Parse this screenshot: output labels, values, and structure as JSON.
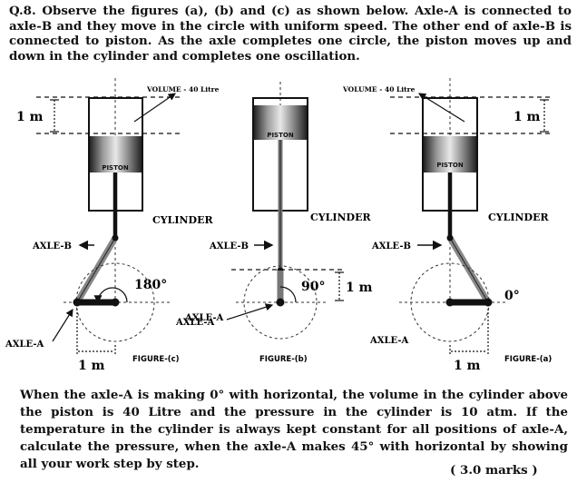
{
  "question": "Q.8. Observe the figures (a), (b) and (c) as shown below.  Axle-A is connected to axle-B and they move in the circle with uniform speed. The other end of axle-B is connected to piston. As the axle completes one circle, the piston moves up and down in the cylinder and completes one oscillation.",
  "figures": {
    "volume_label_left": "VOLUME - 40 Litre",
    "volume_label_right": "VOLUME - 40 Litre",
    "one_m": "1 m",
    "piston": "PISTON",
    "cylinder": "CYLINDER",
    "axle_a": "AXLE-A",
    "axle_b": "AXLE-B",
    "angle_c": "180°",
    "angle_b": "90°",
    "angle_a": "0°",
    "fig_c": "FIGURE-(c)",
    "fig_b": "FIGURE-(b)",
    "fig_a": "FIGURE-(a)"
  },
  "body": "When the axle-A is making 0° with horizontal, the volume in the cylinder above the piston is 40 Litre and the pressure in the cylinder is 10 atm. If the temperature in the cylinder is always kept constant for all positions of  axle-A, calculate the pressure, when the axle-A  makes 45° with horizontal by showing all your work step by step.",
  "marks": "( 3.0 marks )"
}
